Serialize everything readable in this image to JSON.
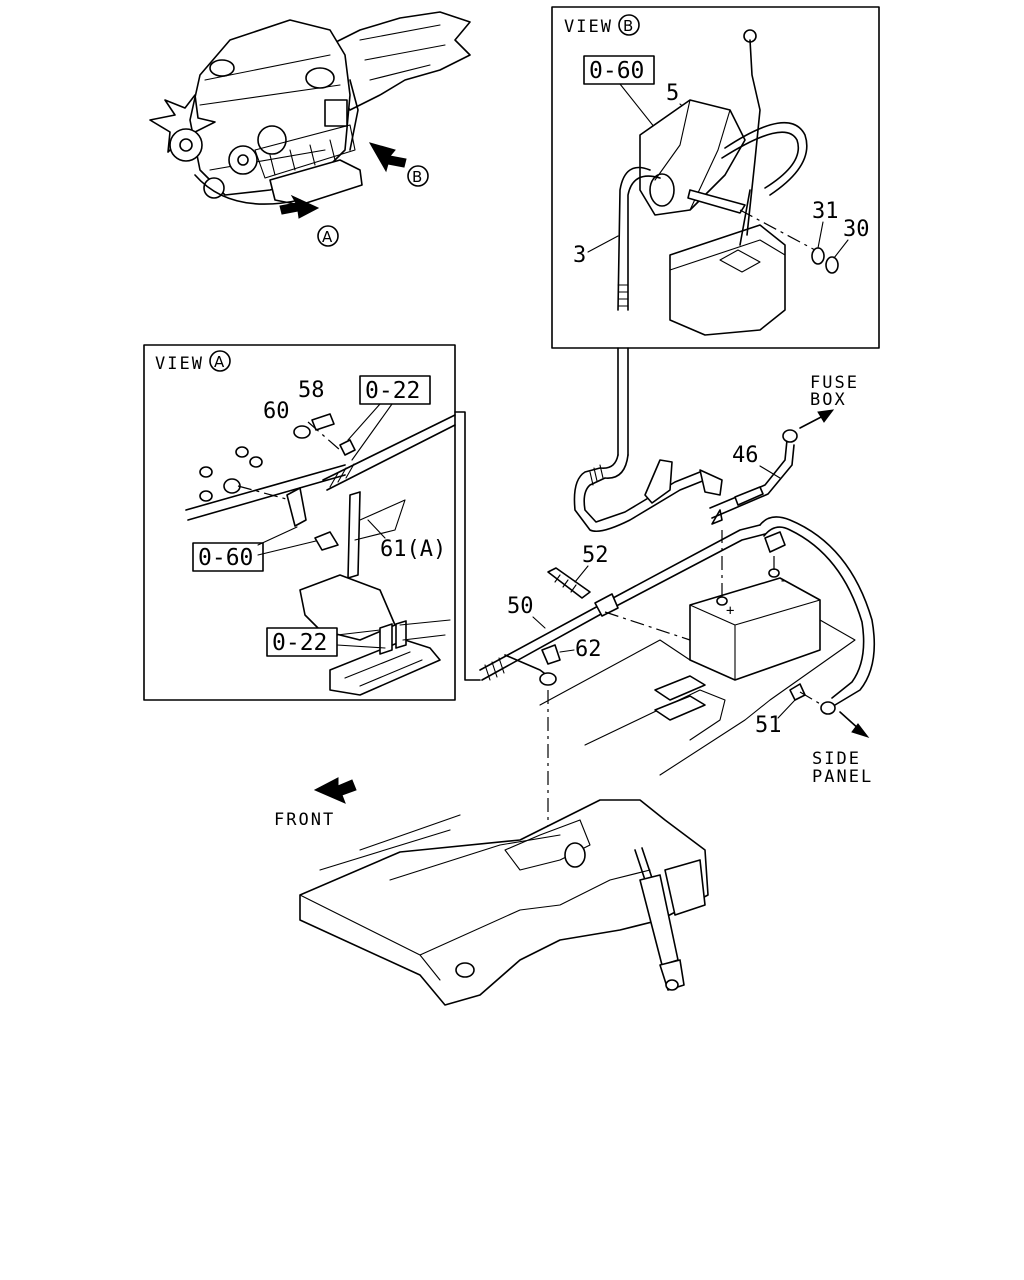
{
  "view_b": {
    "title": "VIEW",
    "marker": "B",
    "torque": "0-60",
    "parts": {
      "p5": "5",
      "p3": "3",
      "p31": "31",
      "p30": "30"
    }
  },
  "view_a": {
    "title": "VIEW",
    "marker": "A",
    "torque_top": "0-22",
    "torque_mid": "0-60",
    "torque_bottom": "0-22",
    "parts": {
      "p58": "58",
      "p60": "60",
      "p61": "61(A)"
    }
  },
  "engine": {
    "arrow_a": "A",
    "arrow_b": "B"
  },
  "main": {
    "fuse_box": [
      "FUSE",
      "BOX"
    ],
    "side_panel": [
      "SIDE",
      "PANEL"
    ],
    "front": "FRONT",
    "parts": {
      "p46": "46",
      "p52": "52",
      "p50": "50",
      "p62": "62",
      "p51": "51"
    },
    "battery": {
      "plus": "+",
      "minus": "-"
    }
  }
}
